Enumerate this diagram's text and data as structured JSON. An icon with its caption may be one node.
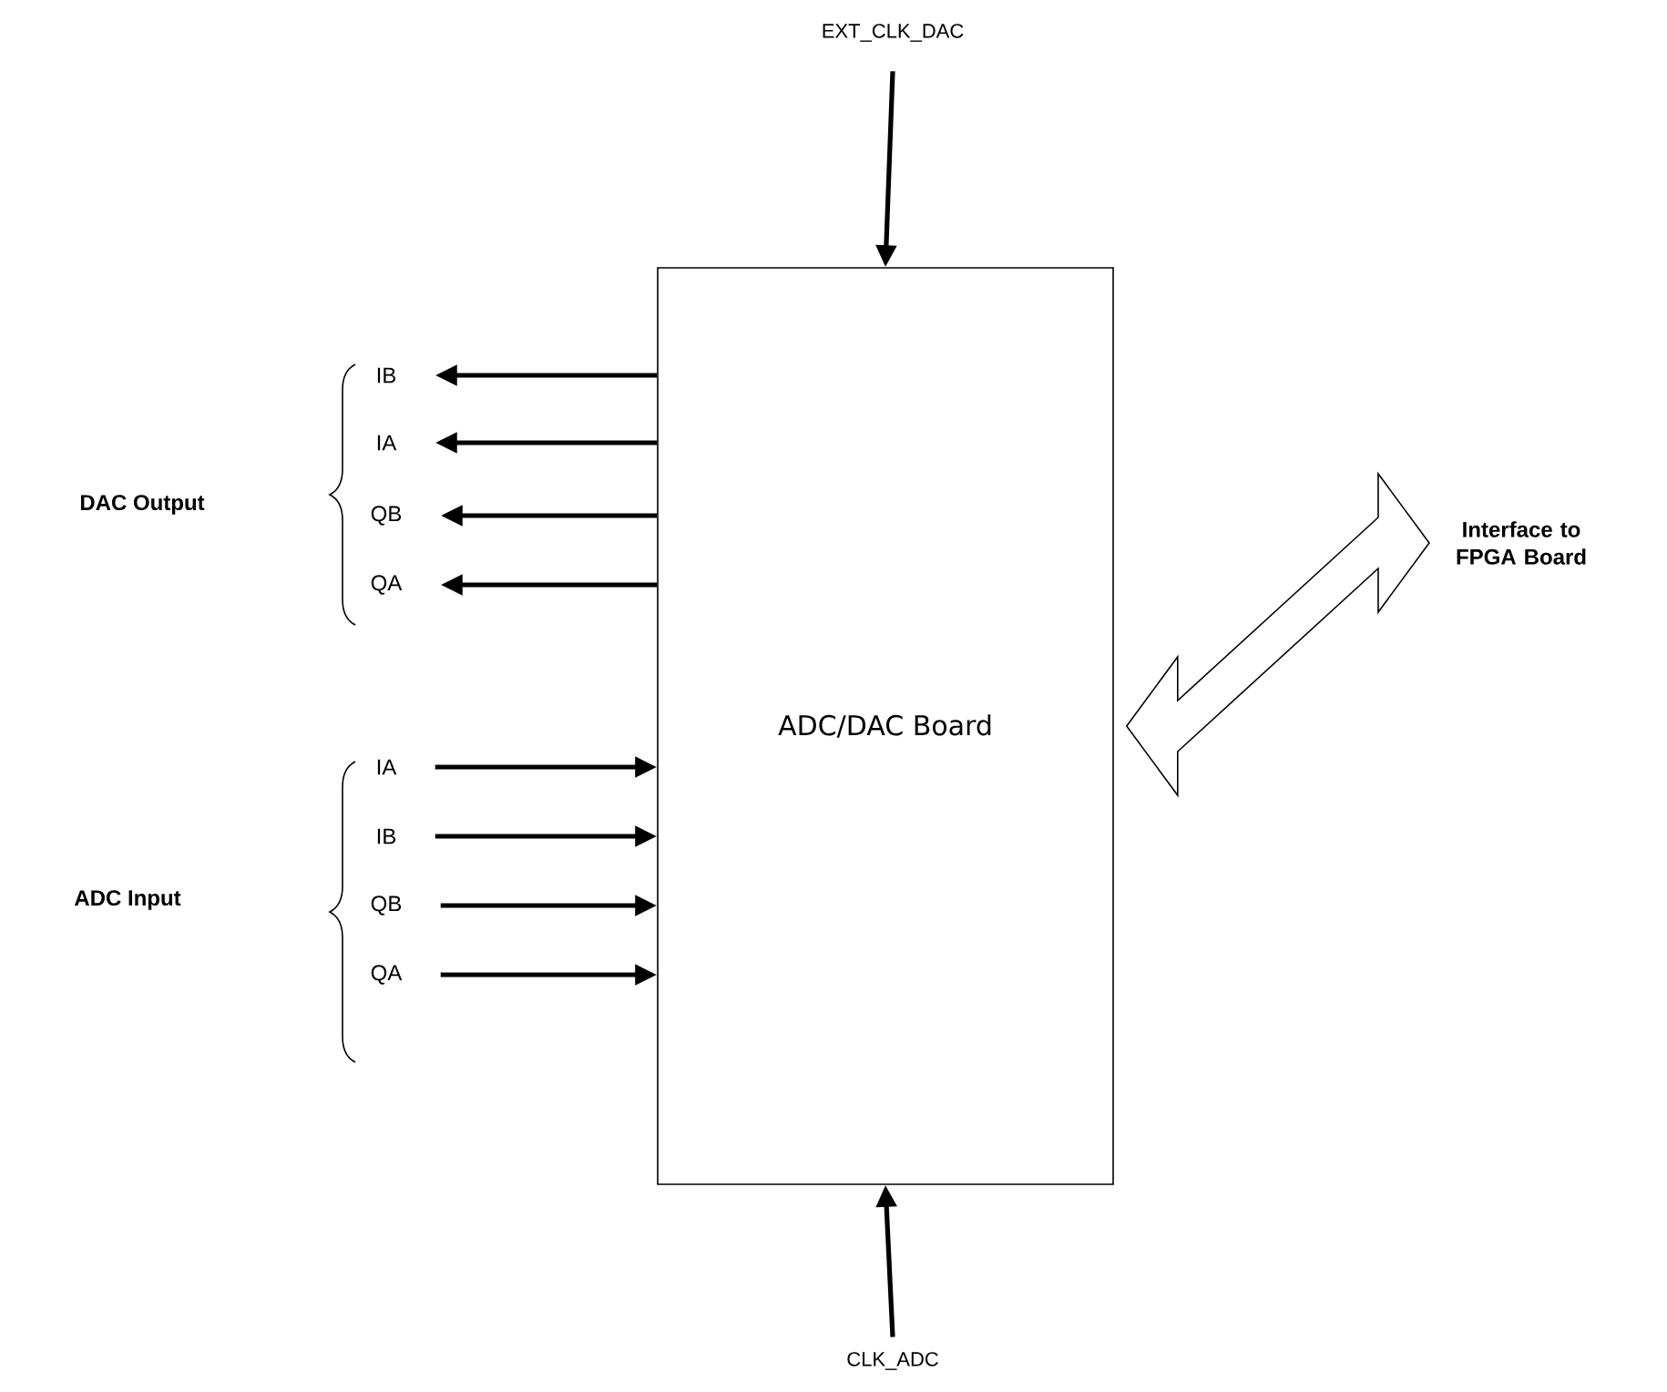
{
  "diagram": {
    "nodes": [
      {
        "text": [
          "EXT_CLK_DAC"
        ]
      },
      {
        "text": [
          "ADC/DAC Board"
        ]
      },
      {
        "text": [
          "IB"
        ]
      },
      {
        "text": [
          "IA"
        ]
      },
      {
        "text": [
          "QB"
        ]
      },
      {
        "text": [
          "QA"
        ]
      },
      {
        "text": [
          "IA"
        ]
      },
      {
        "text": [
          "IB"
        ]
      },
      {
        "text": [
          "QB"
        ]
      },
      {
        "text": [
          "QA"
        ]
      },
      {
        "text": [
          "CLK_ADC"
        ]
      },
      {
        "text": [
          "Interface to FPGA Board"
        ]
      }
    ],
    "edges": [
      {
        "from": 0,
        "to": 1,
        "arrow": "to"
      },
      {
        "from": 1,
        "to": 2,
        "arrow": "to"
      },
      {
        "from": 1,
        "to": 3,
        "arrow": "to"
      },
      {
        "from": 1,
        "to": 4,
        "arrow": "to"
      },
      {
        "from": 1,
        "to": 5,
        "arrow": "to"
      },
      {
        "from": 6,
        "to": 1,
        "arrow": "to"
      },
      {
        "from": 7,
        "to": 1,
        "arrow": "to"
      },
      {
        "from": 8,
        "to": 1,
        "arrow": "to"
      },
      {
        "from": 9,
        "to": 1,
        "arrow": "to"
      },
      {
        "from": 10,
        "to": 1,
        "arrow": "to"
      },
      {
        "from": 1,
        "to": 11,
        "arrow": "both",
        "style": "thick"
      }
    ],
    "labels": [
      "DAC Output",
      "ADC Input"
    ]
  }
}
